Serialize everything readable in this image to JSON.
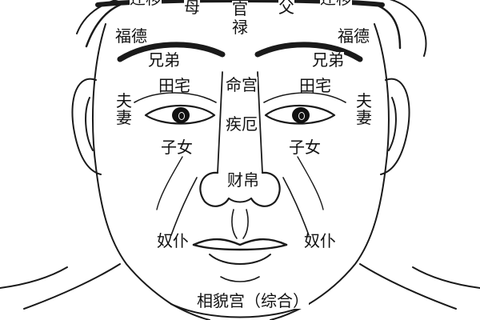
{
  "top_row": {
    "left_cut": "迁移",
    "mother": "母",
    "official": "官",
    "salary": "禄",
    "father": "父",
    "right_cut": "迁移"
  },
  "palaces": {
    "fortune_left": "福德",
    "fortune_right": "福德",
    "siblings_left": "兄弟",
    "siblings_right": "兄弟",
    "property_left": "田宅",
    "property_right": "田宅",
    "life": "命宫",
    "spouse_left_1": "夫",
    "spouse_left_2": "妻",
    "spouse_right_1": "夫",
    "spouse_right_2": "妻",
    "health": "疾厄",
    "children_left": "子女",
    "children_right": "子女",
    "wealth": "财帛",
    "servants_left": "奴仆",
    "servants_right": "奴仆",
    "appearance": "相貌宫（综合）"
  },
  "colors": {
    "ink": "#111111",
    "paper": "#ffffff",
    "line": "#1a1a1a"
  }
}
